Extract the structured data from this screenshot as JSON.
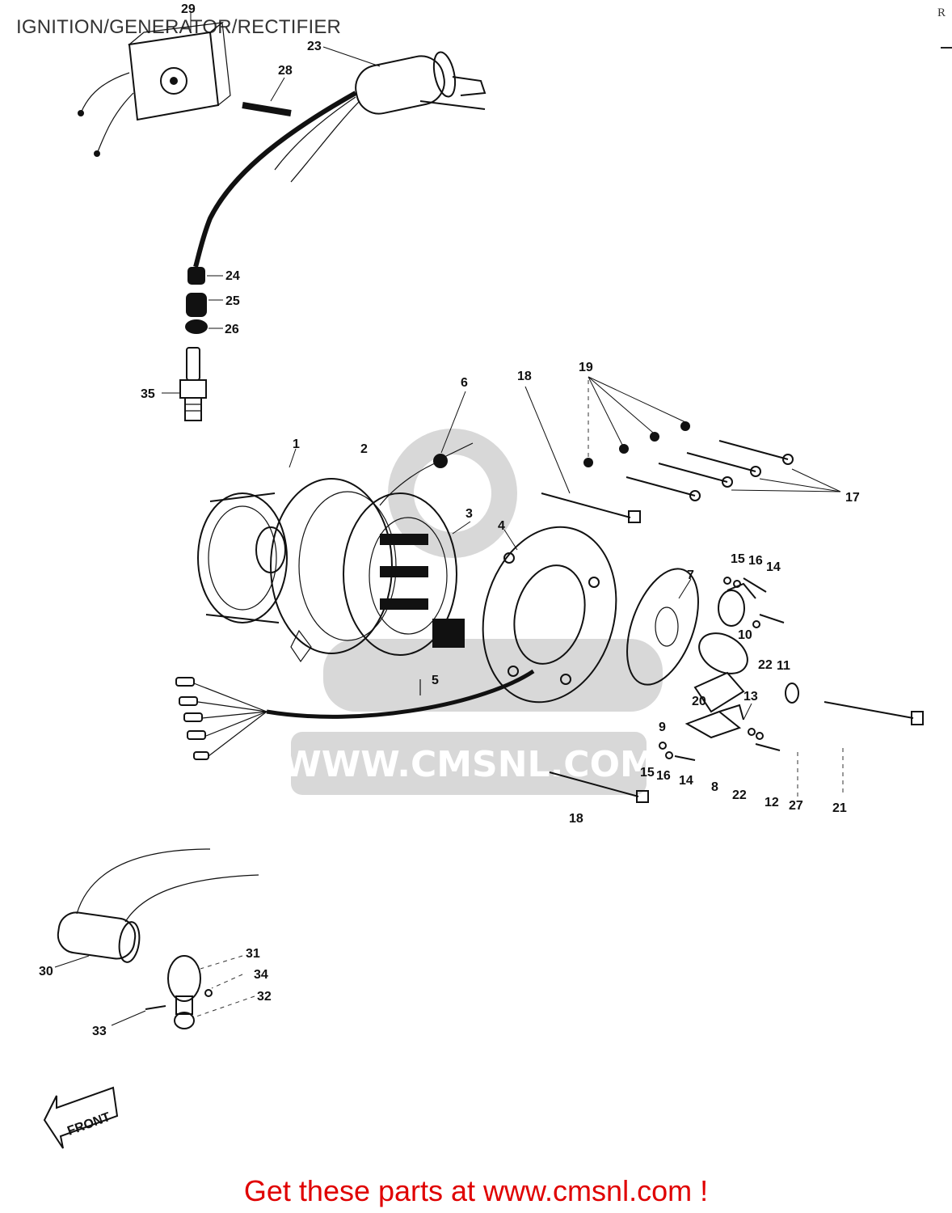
{
  "page": {
    "title": "IGNITION/GENERATOR/RECTIFIER",
    "corner_mark": "R",
    "footer": "Get these parts at www.cmsnl.com !"
  },
  "watermark": {
    "url": "WWW.CMSNL.COM"
  },
  "front_arrow": {
    "text": "FRONT"
  },
  "callouts": {
    "c1": "1",
    "c2": "2",
    "c3": "3",
    "c4": "4",
    "c5": "5",
    "c6": "6",
    "c7": "7",
    "c8": "8",
    "c9": "9",
    "c10": "10",
    "c11": "11",
    "c12": "12",
    "c13": "13",
    "c14a": "14",
    "c14b": "14",
    "c15a": "15",
    "c15b": "15",
    "c16a": "16",
    "c16b": "16",
    "c17": "17",
    "c18a": "18",
    "c18b": "18",
    "c19": "19",
    "c20": "20",
    "c21": "21",
    "c22a": "22",
    "c22b": "22",
    "c23": "23",
    "c24": "24",
    "c25": "25",
    "c26": "26",
    "c27": "27",
    "c28": "28",
    "c29": "29",
    "c30": "30",
    "c31": "31",
    "c32": "32",
    "c33": "33",
    "c34": "34",
    "c35": "35"
  }
}
